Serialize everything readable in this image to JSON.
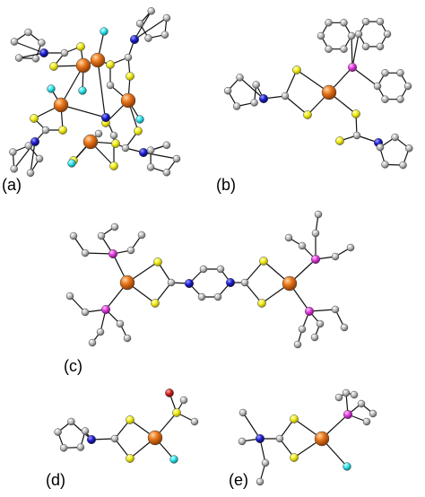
{
  "figure": {
    "panels": [
      {
        "id": "a",
        "label": "(a)"
      },
      {
        "id": "b",
        "label": "(b)"
      },
      {
        "id": "c",
        "label": "(c)"
      },
      {
        "id": "d",
        "label": "(d)"
      },
      {
        "id": "e",
        "label": "(e)"
      }
    ]
  },
  "atom_colors": {
    "metal": "#e8751a",
    "sulfur": "#f2ee1a",
    "nitrogen": "#1e1ed2",
    "carbon": "#b9b9b9",
    "phosphorus": "#e23adf",
    "halide": "#2ee6ee",
    "oxygen": "#d2201e"
  }
}
